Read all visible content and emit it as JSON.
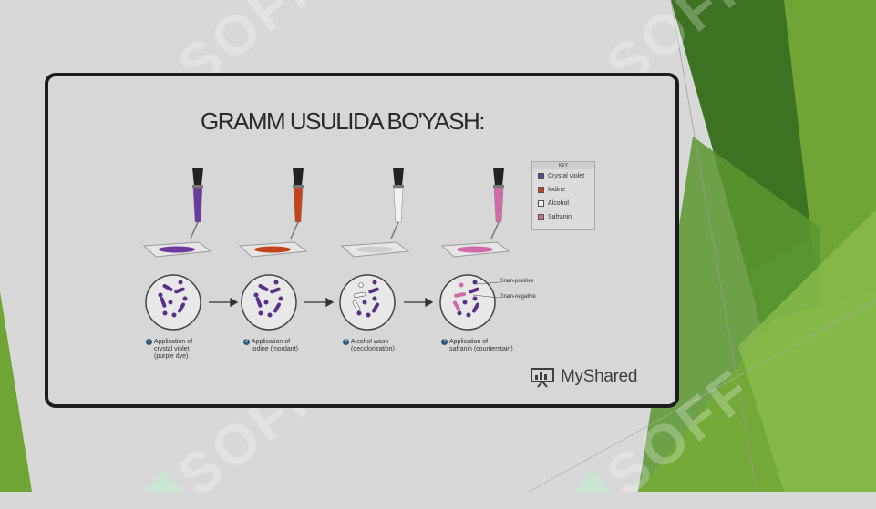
{
  "slide": {
    "title": "GRAMM USULIDA BO'YASH:",
    "steps": [
      {
        "num": "1",
        "line1": "Application of",
        "line2": "crystal violet",
        "line3": "(purple dye)"
      },
      {
        "num": "2",
        "line1": "Application of",
        "line2": "iodine (mordant)"
      },
      {
        "num": "3",
        "line1": "Alcohol wash",
        "line2": "(decolorization)"
      },
      {
        "num": "4",
        "line1": "Application of",
        "line2": "safranin (counterstain)"
      }
    ],
    "key": {
      "title": "KEY",
      "items": [
        {
          "label": "Crystal violet",
          "color": "#6b3a9e"
        },
        {
          "label": "Iodine",
          "color": "#c0441c"
        },
        {
          "label": "Alcohol",
          "color": "#f2f2f2"
        },
        {
          "label": "Safranin",
          "color": "#d06aa8"
        }
      ]
    },
    "gram_positive": "Gram-positive",
    "gram_negative": "Gram-negative",
    "brand": "MyShared",
    "watermark": "SOFF"
  },
  "colors": {
    "green_dark": "#3d7a26",
    "green_mid": "#5e9a2d",
    "green_light": "#8bb84a",
    "background": "#d8d8d8",
    "crystal_violet": "#6b3a9e",
    "iodine": "#c0441c",
    "safranin": "#d06aa8"
  }
}
